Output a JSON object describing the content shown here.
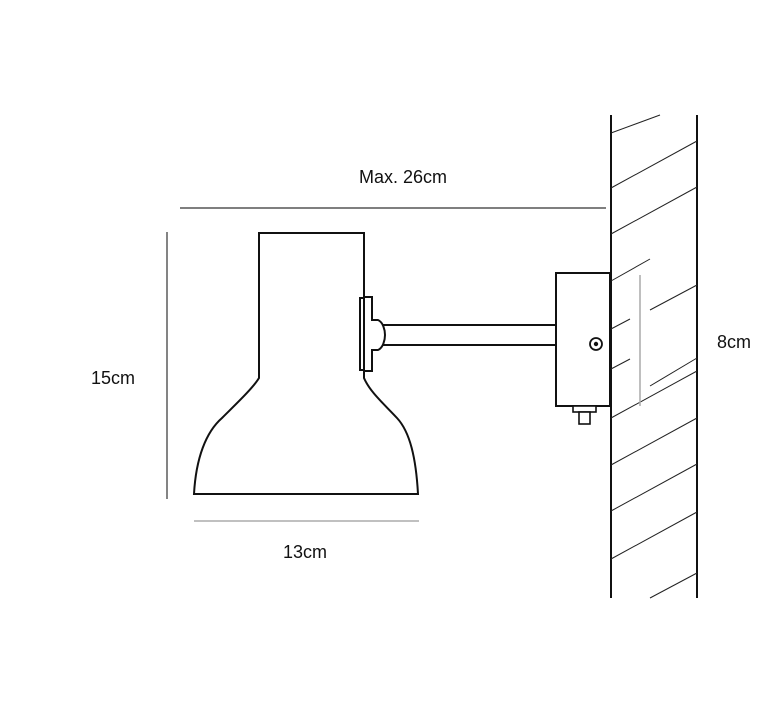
{
  "dimensions": {
    "max_length": "Max. 26cm",
    "height": "15cm",
    "width": "13cm",
    "mount_height": "8cm"
  },
  "colors": {
    "stroke": "#111111",
    "dim_line": "#333333",
    "light_line": "#aaaaaa",
    "background": "#ffffff"
  }
}
